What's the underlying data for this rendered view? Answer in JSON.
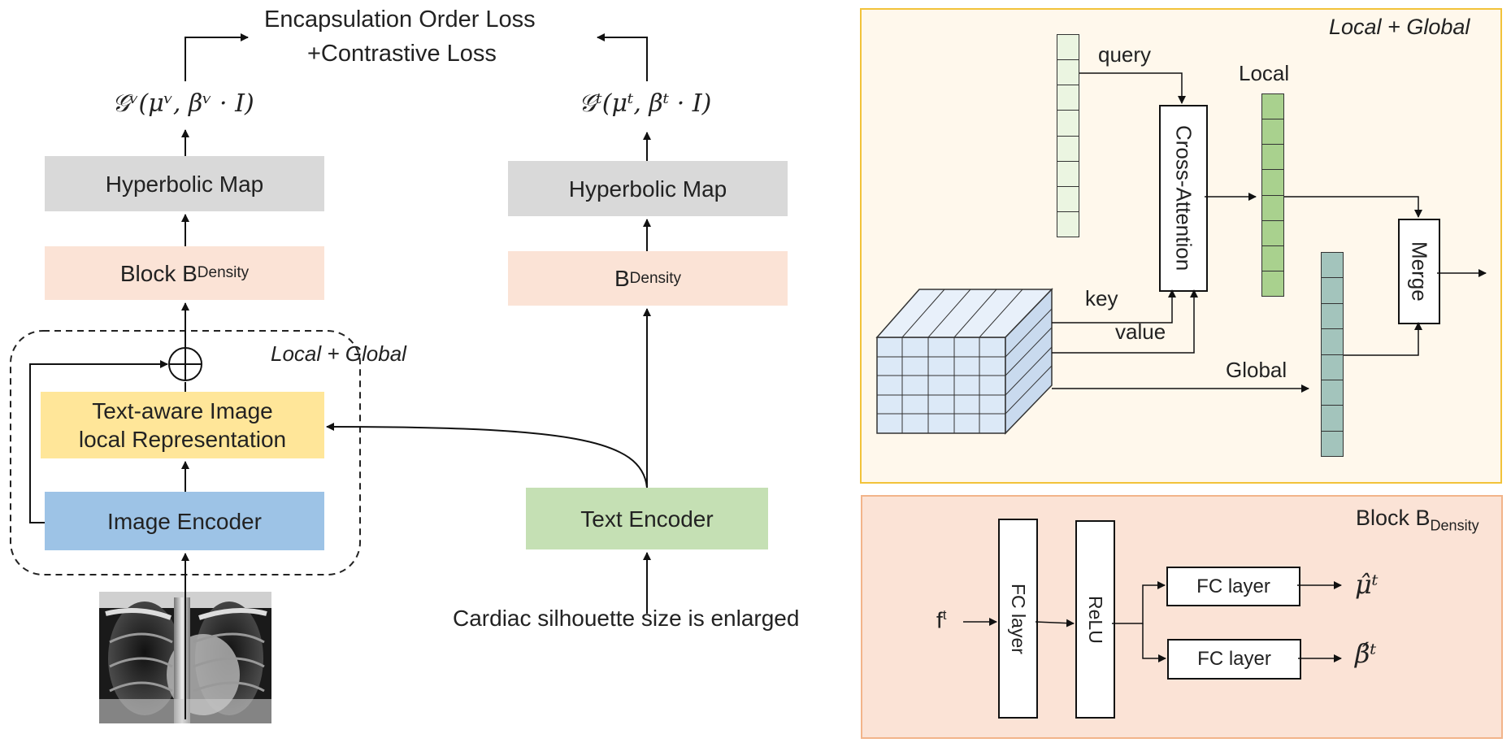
{
  "left": {
    "loss_line1": "Encapsulation Order Loss",
    "loss_line2": "+Contrastive Loss",
    "img_dist": "𝒢ᵛ(μᵛ, βᵛ · I)",
    "txt_dist": "𝒢ᵗ(μᵗ, βᵗ · I)",
    "hyper_img": "Hyperbolic Map",
    "hyper_txt": "Hyperbolic Map",
    "block_img_prefix": "Block B",
    "block_img_sub": "Density",
    "block_txt_prefix": "B",
    "block_txt_sub": "Density",
    "local_global": "Local + Global",
    "text_aware_line1": "Text-aware Image",
    "text_aware_line2": "local Representation",
    "image_encoder": "Image Encoder",
    "text_encoder": "Text Encoder",
    "caption": "Cardiac silhouette size is enlarged"
  },
  "top_right": {
    "title": "Local + Global",
    "query": "query",
    "key": "key",
    "value": "value",
    "local": "Local",
    "global": "Global",
    "cross_attention": "Cross-Attention",
    "merge": "Merge"
  },
  "bottom_right": {
    "title_prefix": "Block B",
    "title_sub": "Density",
    "input_base": "f",
    "input_sup": "t",
    "fc1": "FC layer",
    "relu": "ReLU",
    "fc2": "FC layer",
    "fc3": "FC layer",
    "out_mu": "μ̂ᵗ",
    "out_beta": "β́ᵗ"
  },
  "colors": {
    "gray": "#d9d9d9",
    "peach": "#fbe3d6",
    "yellow": "#ffe699",
    "blue": "#9dc3e6",
    "green": "#c5e0b4",
    "panel_top_bg": "#fff8ec",
    "panel_top_border": "#f2c33a",
    "panel_bottom_bg": "#fbe3d6",
    "panel_bottom_border": "#f2b48a"
  }
}
